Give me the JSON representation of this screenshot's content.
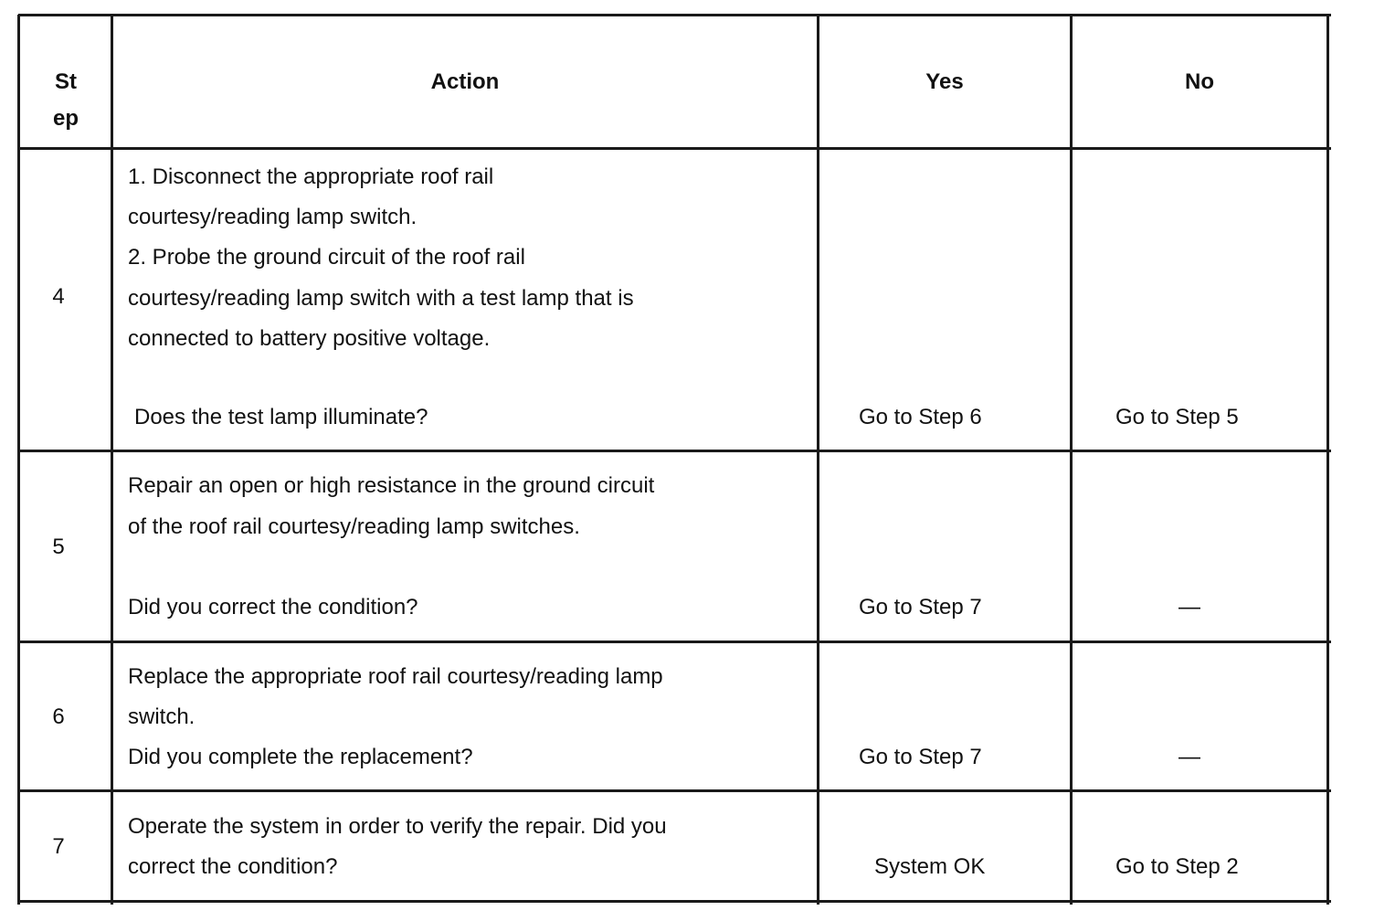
{
  "headers": {
    "step_line1": "St",
    "step_line2": "ep",
    "action": "Action",
    "yes": "Yes",
    "no": "No"
  },
  "rows": [
    {
      "step": "4",
      "action_lines": [
        "1.   Disconnect the appropriate roof rail",
        "courtesy/reading lamp switch.",
        "2.   Probe the ground circuit of the roof rail",
        "courtesy/reading lamp switch with a test lamp that is",
        "connected to battery positive voltage."
      ],
      "question": "Does the test lamp illuminate?",
      "yes": "Go to Step 6",
      "no": "Go to Step 5"
    },
    {
      "step": "5",
      "action_lines": [
        "Repair an open or high resistance in the ground circuit",
        "of the roof rail courtesy/reading lamp switches."
      ],
      "question": "Did you correct the condition?",
      "yes": "Go to Step 7",
      "no": "—"
    },
    {
      "step": "6",
      "action_lines": [
        "Replace the appropriate roof rail courtesy/reading lamp",
        "switch."
      ],
      "question": "Did you complete the replacement?",
      "yes": "Go to Step 7",
      "no": "—"
    },
    {
      "step": "7",
      "action_lines": [
        "Operate the system in order to verify the repair. Did you",
        "correct the condition?"
      ],
      "question": "",
      "yes": "System OK",
      "no": "Go to Step 2"
    }
  ]
}
